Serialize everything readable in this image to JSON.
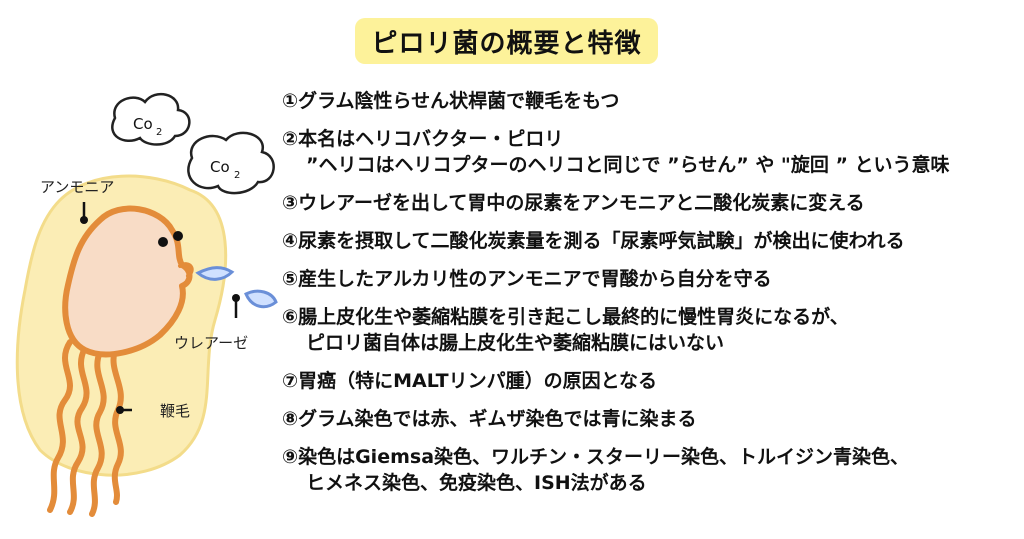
{
  "title": "ピロリ菌の概要と特徴",
  "illustration": {
    "labels": {
      "ammonia": "アンモニア",
      "urease": "ウレアーゼ",
      "flagellum": "鞭毛"
    },
    "bubbles": [
      {
        "text": "Co",
        "sub": "2"
      },
      {
        "text": "Co",
        "sub": "2"
      }
    ],
    "colors": {
      "background_blob": "#fbedb5",
      "body_fill": "#f8dcc6",
      "outline": "#e38c3a",
      "droplet": "#6a8fd8"
    }
  },
  "points": [
    {
      "line1": "①グラム陰性らせん状桿菌で鞭毛をもつ",
      "line2": ""
    },
    {
      "line1": "②本名はヘリコバクター・ピロリ",
      "line2": "”ヘリコはヘリコプターのヘリコと同じで ”らせん” や \"旋回 ” という意味"
    },
    {
      "line1": "③ウレアーゼを出して胃中の尿素をアンモニアと二酸化炭素に変える",
      "line2": ""
    },
    {
      "line1": "④尿素を摂取して二酸化炭素量を測る「尿素呼気試験」が検出に使われる",
      "line2": ""
    },
    {
      "line1": "⑤産生したアルカリ性のアンモニアで胃酸から自分を守る",
      "line2": ""
    },
    {
      "line1": "⑥腸上皮化生や萎縮粘膜を引き起こし最終的に慢性胃炎になるが、",
      "line2": "ピロリ菌自体は腸上皮化生や萎縮粘膜にはいない"
    },
    {
      "line1": "⑦胃癌（特にMALTリンパ腫）の原因となる",
      "line2": ""
    },
    {
      "line1": "⑧グラム染色では赤、ギムザ染色では青に染まる",
      "line2": ""
    },
    {
      "line1": "⑨染色はGiemsa染色、ワルチン・スターリー染色、トルイジン青染色、",
      "line2": "ヒメネス染色、免疫染色、ISH法がある"
    }
  ]
}
